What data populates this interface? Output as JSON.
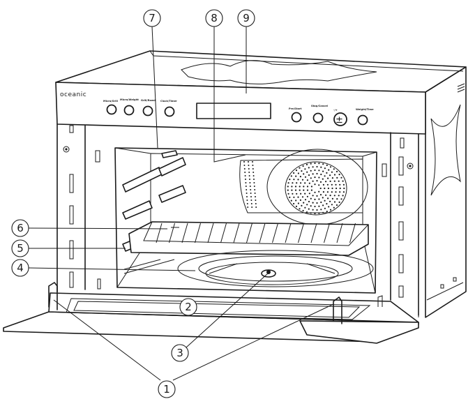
{
  "brand": "oceanic",
  "panel_labels": {
    "left_1": "Micro/Grill",
    "left_2": "Micro/Weight",
    "left_3": "Grill/Roast",
    "left_4": "Clock/Timer",
    "right_1": "Pre/Start",
    "right_2": "Stop/Cancel",
    "right_3": "-/+",
    "right_4": "Weight/Time"
  },
  "dial_symbol": "±",
  "callouts": [
    {
      "id": "1",
      "label": "1"
    },
    {
      "id": "2",
      "label": "2"
    },
    {
      "id": "3",
      "label": "3"
    },
    {
      "id": "4",
      "label": "4"
    },
    {
      "id": "5",
      "label": "5"
    },
    {
      "id": "6",
      "label": "6"
    },
    {
      "id": "7",
      "label": "7"
    },
    {
      "id": "8",
      "label": "8"
    },
    {
      "id": "9",
      "label": "9"
    }
  ]
}
